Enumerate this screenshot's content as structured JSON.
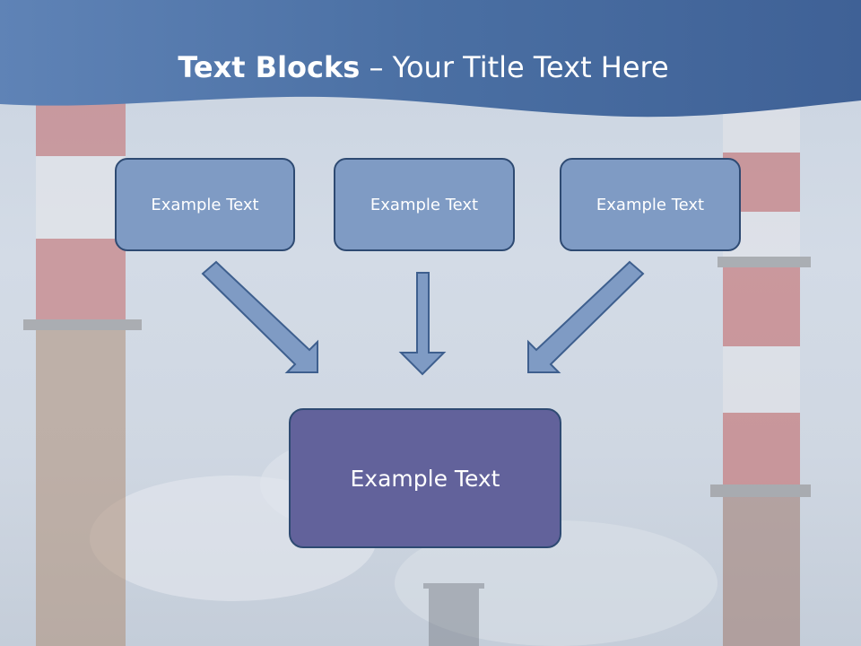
{
  "slide": {
    "title_bold": "Text Blocks",
    "title_rest": " – Your Title Text Here",
    "top_boxes": [
      "Example Text",
      "Example Text",
      "Example Text"
    ],
    "main_box": "Example Text"
  },
  "colors": {
    "header": "#4a6fa3",
    "box_fill": "#7f9bc4",
    "box_border": "#2e4a72",
    "main_box_fill": "#62629b",
    "arrow_fill": "#7f9bc4",
    "arrow_stroke": "#3e5f8e"
  }
}
